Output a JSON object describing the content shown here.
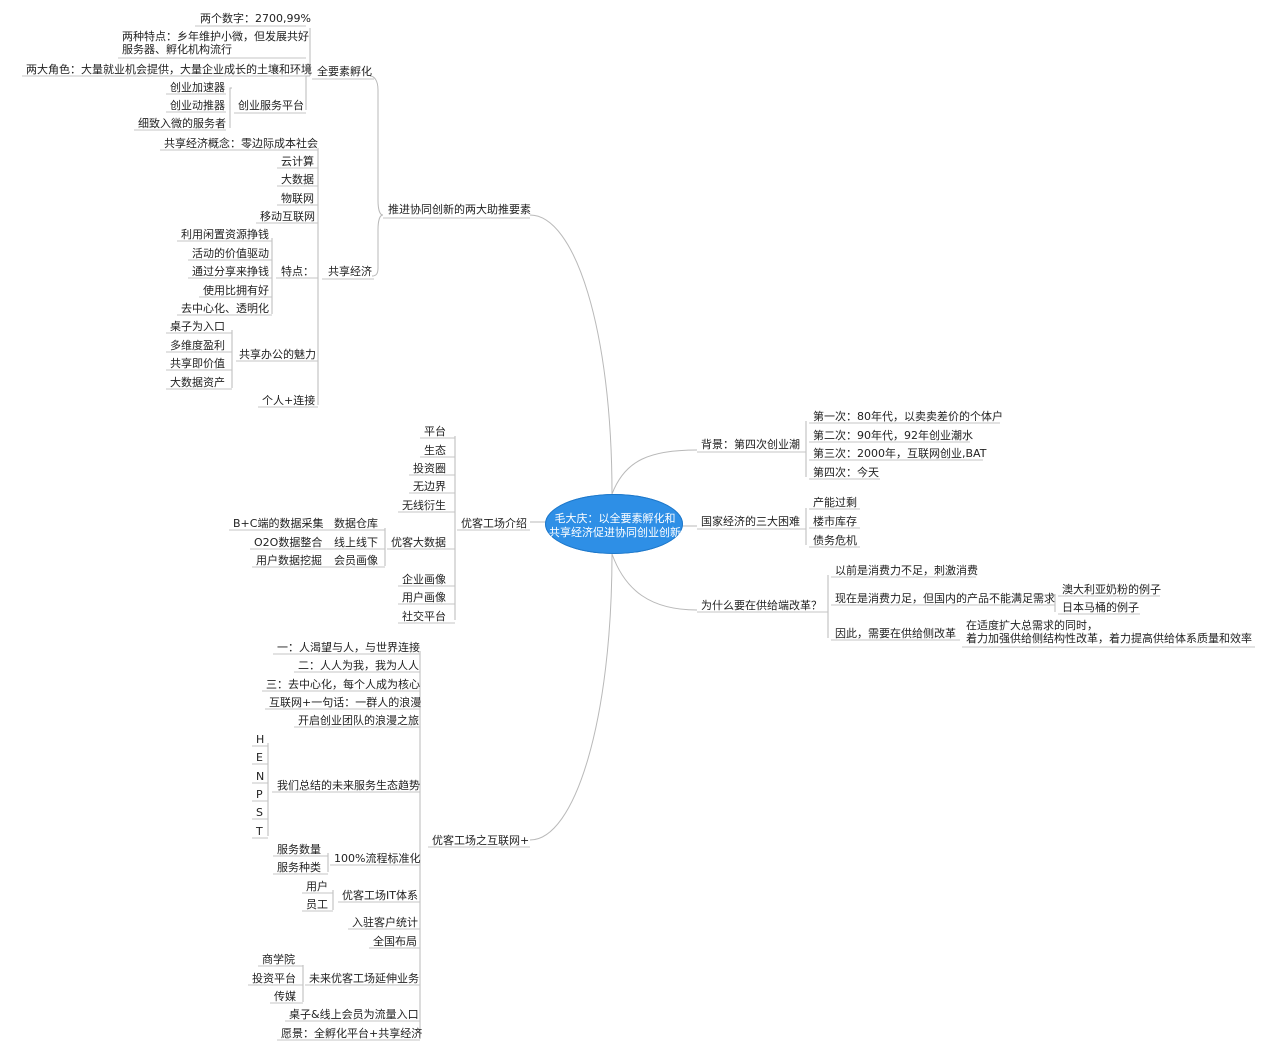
{
  "center": {
    "line1": "毛大庆：以全要素孵化和",
    "line2": "共享经济促进协同创业创新"
  },
  "branches": {
    "b1": {
      "label": "推进协同创新的两大助推要素",
      "quanyaosu": {
        "label": "全要素孵化",
        "n1": "两个数字：2700,99%",
        "n2": "两种特点：乡年维护小微，但发展共好\n服务器、孵化机构流行",
        "n3": "两大角色：大量就业机会提供，大量企业成长的土壤和环境",
        "platform": {
          "label": "创业服务平台",
          "c1": "创业加速器",
          "c2": "创业动推器",
          "c3": "细致入微的服务者"
        }
      },
      "gongxiang": {
        "label": "共享经济",
        "n1": "共享经济概念：零边际成本社会",
        "n2": "云计算",
        "n3": "大数据",
        "n4": "物联网",
        "n5": "移动互联网",
        "tedian": {
          "label": "特点：",
          "c1": "利用闲置资源挣钱",
          "c2": "活动的价值驱动",
          "c3": "通过分享来挣钱",
          "c4": "使用比拥有好",
          "c5": "去中心化、透明化"
        },
        "office": {
          "label": "共享办公的魅力",
          "c1": "桌子为入口",
          "c2": "多维度盈利",
          "c3": "共享即价值",
          "c4": "大数据资产"
        },
        "n6": "个人+连接"
      }
    },
    "b2": {
      "label": "优客工场介绍",
      "c1": "平台",
      "c2": "生态",
      "c3": "投资圈",
      "c4": "无边界",
      "c5": "无线衍生",
      "bigdata": {
        "label": "优客大数据",
        "d1": "数据仓库",
        "d1c": "B+C端的数据采集",
        "d2": "线上线下",
        "d2c": "O2O数据整合",
        "d3": "会员画像",
        "d3c": "用户数据挖掘"
      },
      "c6": "企业画像",
      "c7": "用户画像",
      "c8": "社交平台"
    },
    "b3": {
      "label": "优客工场之互联网+",
      "c1": "一：人渴望与人，与世界连接",
      "c2": "二：人人为我，我为人人",
      "c3": "三：去中心化，每个人成为核心",
      "c4": "互联网+一句话：一群人的浪漫",
      "c5": "开启创业团队的浪漫之旅",
      "trend": {
        "label": "我们总结的未来服务生态趋势",
        "l1": "H",
        "l2": "E",
        "l3": "N",
        "l4": "P",
        "l5": "S",
        "l6": "T"
      },
      "process": {
        "label": "100%流程标准化",
        "c1": "服务数量",
        "c2": "服务种类"
      },
      "it": {
        "label": "优客工场IT体系",
        "c1": "用户",
        "c2": "员工"
      },
      "c6": "入驻客户统计",
      "c7": "全国布局",
      "future": {
        "label": "未来优客工场延伸业务",
        "c1": "商学院",
        "c2": "投资平台",
        "c3": "传媒"
      },
      "c8": "桌子&线上会员为流量入口",
      "c9": "愿景：全孵化平台+共享经济"
    },
    "b4": {
      "label": "背景：第四次创业潮",
      "c1": "第一次：80年代，以卖卖差价的个体户",
      "c2": "第二次：90年代，92年创业潮水",
      "c3": "第三次：2000年，互联网创业,BAT",
      "c4": "第四次：今天"
    },
    "b5": {
      "label": "国家经济的三大困难",
      "c1": "产能过剩",
      "c2": "楼市库存",
      "c3": "债务危机"
    },
    "b6": {
      "label": "为什么要在供给端改革？",
      "c1": "以前是消费力不足，刺激消费",
      "c2": {
        "label": "现在是消费力足，但国内的产品不能满足需求",
        "e1": "澳大利亚奶粉的例子",
        "e2": "日本马桶的例子"
      },
      "c3": {
        "label": "因此，需要在供给侧改革",
        "e1": "在适度扩大总需求的同时，\n着力加强供给侧结构性改革，着力提高供给体系质量和效率"
      }
    }
  }
}
